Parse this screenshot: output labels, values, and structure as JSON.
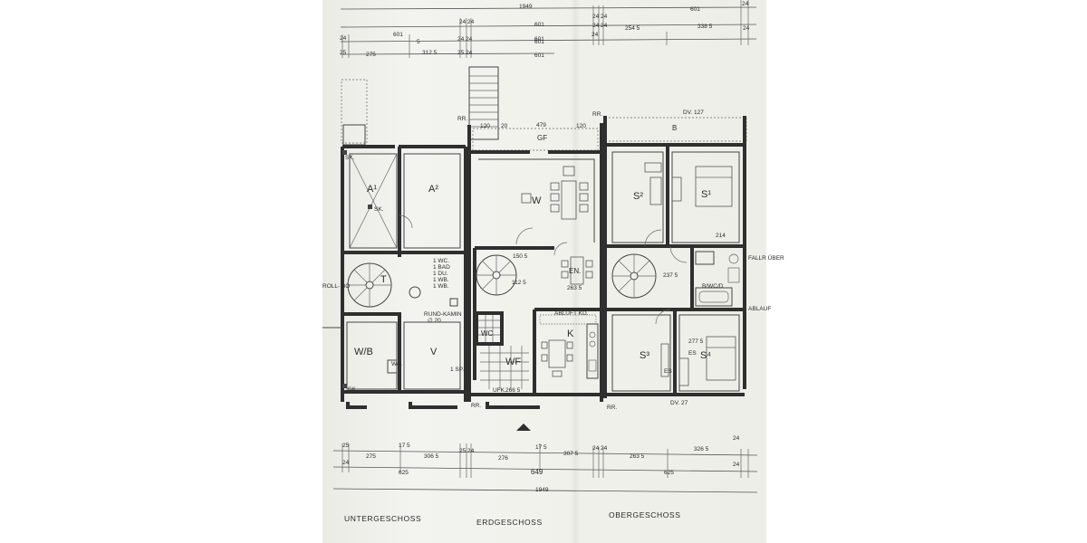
{
  "dims": {
    "top": {
      "r1": [
        "1949",
        "24 24"
      ],
      "r2": [
        "601",
        "24",
        "601",
        "24 24",
        "601",
        "24"
      ],
      "r3": [
        "24",
        "601",
        "5",
        "24 24",
        "601",
        "24 24",
        "254 5",
        "338 5",
        "24"
      ],
      "r4": [
        "25",
        "275",
        "312 5",
        "25 24",
        "601"
      ]
    },
    "bottom": {
      "r1": [
        "25",
        "275",
        "17 5",
        "306 5",
        "25 24",
        "276",
        "17 5",
        "307 5",
        "24 24",
        "263 5",
        "326 5",
        "24"
      ],
      "r2": [
        "24",
        "625",
        "649",
        "625",
        "24"
      ],
      "r3": [
        "1949"
      ]
    }
  },
  "labels": {
    "rr": "RR.",
    "gf": "GF",
    "b": "B",
    "dv_top": "DV. 127",
    "dv_bottom": "DV. 27",
    "d120a": "120",
    "d20": "20",
    "d479": "479",
    "d120b": "120",
    "sk": "SK.",
    "rolle": "ROLL- BO",
    "fallr": "FALLR ÜBER",
    "ablauf": "ABLAUF",
    "sp": "1 SP.",
    "wa": "WA.",
    "e": "E",
    "fixtures": [
      "1 WC.",
      "1 BAD",
      "1 DU.",
      "1 WB.",
      "1 WB."
    ],
    "kamin_a": "RUND-KAMIN",
    "kamin_b": "∅ 20",
    "d214": "214",
    "d2375": "237 5",
    "d2775": "277 5",
    "d1505": "150 5",
    "d263": "263 5",
    "d1125": "112 5",
    "d2665": "266 5",
    "ufk": "UFK.",
    "abluft": "ABLUFT KD."
  },
  "rooms": {
    "a1": "A¹",
    "a2": "A²",
    "t": "T",
    "wb": "W/B",
    "v": "V",
    "w": "W",
    "en": "EN.",
    "wc": "WC",
    "k": "K",
    "wf": "WF",
    "s1": "S¹",
    "s2": "S²",
    "s3": "S³",
    "s4": "S⁴",
    "bwc": "B/WC/D",
    "es1": "ES",
    "es2": "ES"
  },
  "captions": {
    "untergeschoss": "UNTERGESCHOSS",
    "erdgeschoss": "ERDGESCHOSS",
    "obergeschoss": "OBERGESCHOSS"
  }
}
